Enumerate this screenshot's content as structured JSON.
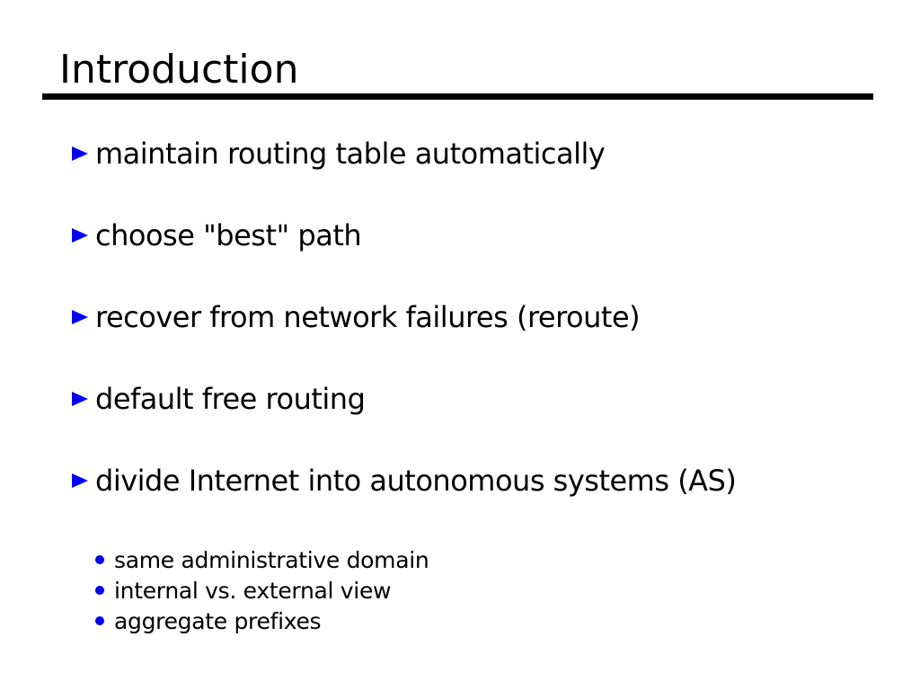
{
  "slide": {
    "title": "Introduction",
    "accent_color": "#0000ee",
    "text_color": "#000000",
    "background_color": "#ffffff",
    "bullets": [
      {
        "label": "maintain routing table automatically"
      },
      {
        "label": "choose \"best\" path"
      },
      {
        "label": "recover from network failures (reroute)"
      },
      {
        "label": "default free routing"
      },
      {
        "label": "divide Internet into autonomous systems (AS)",
        "sub": [
          "same administrative domain",
          "internal vs. external view",
          "aggregate prefixes"
        ]
      }
    ]
  }
}
